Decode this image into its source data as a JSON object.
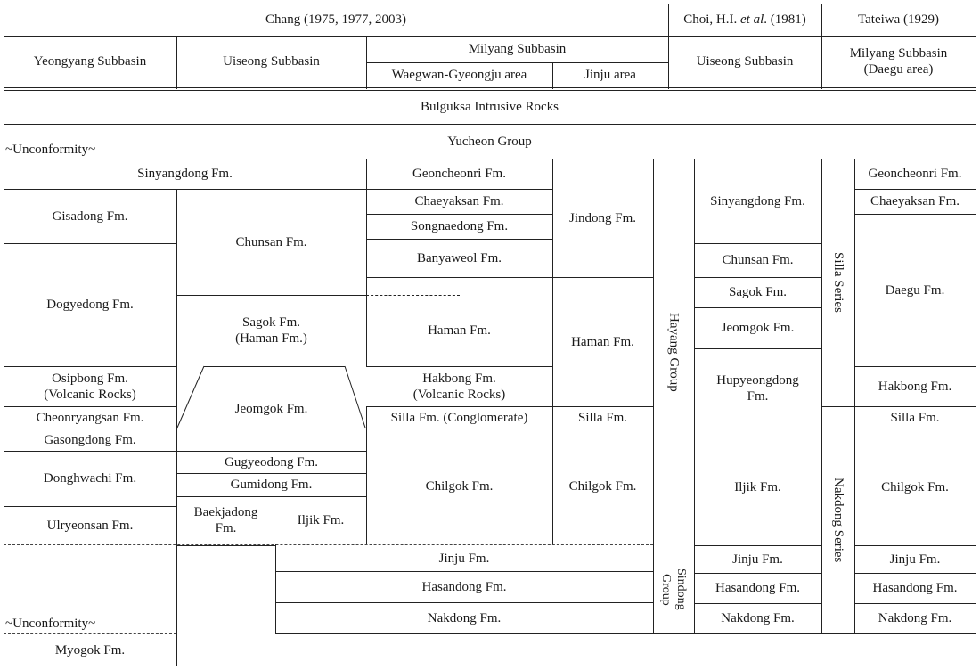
{
  "header": {
    "chang": "Chang (1975, 1977, 2003)",
    "choi_prefix": "Choi, H.I. ",
    "choi_italic": "et al",
    "choi_suffix": ". (1981)",
    "tateiwa": "Tateiwa (1929)",
    "yeongyang": "Yeongyang Subbasin",
    "uiseong": "Uiseong Subbasin",
    "milyang": "Milyang Subbasin",
    "waegwan": "Waegwan-Gyeongju area",
    "jinju_area": "Jinju area",
    "choi_uiseong": "Uiseong Subbasin",
    "tateiwa_milyang": "Milyang Subbasin\n(Daegu area)"
  },
  "rows": {
    "bulguksa": "Bulguksa Intrusive Rocks",
    "unconformity_top": "~Unconformity~",
    "yucheon": "Yucheon Group",
    "unconformity_bottom": "~Unconformity~"
  },
  "yeongyang": {
    "sinyangdong": "Sinyangdong Fm.",
    "gisadong": "Gisadong Fm.",
    "dogyedong": "Dogyedong Fm.",
    "osipbong": "Osipbong Fm.\n(Volcanic Rocks)",
    "cheonryangsan": "Cheonryangsan Fm.",
    "gasongdong": "Gasongdong Fm.",
    "donghwachi": "Donghwachi Fm.",
    "ulryeonsan": "Ulryeonsan Fm.",
    "myogok": "Myogok Fm."
  },
  "uiseong": {
    "chunsan": "Chunsan Fm.",
    "sagok": "Sagok Fm.\n(Haman Fm.)",
    "jeomgok": "Jeomgok Fm.",
    "gugyeodong": "Gugyeodong Fm.",
    "gumidong": "Gumidong Fm.",
    "baekjadong": "Baekjadong\nFm.",
    "iljik": "Iljik Fm."
  },
  "waegwan": {
    "geoncheonri": "Geoncheonri Fm.",
    "chaeyaksan": "Chaeyaksan Fm.",
    "songnaedong": "Songnaedong Fm.",
    "banyaweol": "Banyaweol Fm.",
    "haman": "Haman Fm.",
    "hakbong": "Hakbong Fm.\n(Volcanic Rocks)",
    "silla": "Silla Fm. (Conglomerate)",
    "chilgok": "Chilgok Fm."
  },
  "jinju_col": {
    "jindong": "Jindong Fm.",
    "haman": "Haman Fm.",
    "silla": "Silla Fm.",
    "chilgok": "Chilgok Fm."
  },
  "sindong": {
    "jinju": "Jinju Fm.",
    "hasandong": "Hasandong Fm.",
    "nakdong": "Nakdong Fm."
  },
  "groups": {
    "hayang": "Hayang Group",
    "sindong": "Sindong\nGroup"
  },
  "choi": {
    "sinyangdong": "Sinyangdong Fm.",
    "chunsan": "Chunsan Fm.",
    "sagok": "Sagok Fm.",
    "jeomgok": "Jeomgok Fm.",
    "hupyeongdong": "Hupyeongdong\nFm.",
    "iljik": "Iljik Fm.",
    "jinju": "Jinju Fm.",
    "hasandong": "Hasandong Fm.",
    "nakdong": "Nakdong Fm."
  },
  "series": {
    "silla": "Silla Series",
    "nakdong": "Nakdong Series"
  },
  "tateiwa": {
    "geoncheonri": "Geoncheonri Fm.",
    "chaeyaksan": "Chaeyaksan Fm.",
    "daegu": "Daegu Fm.",
    "hakbong": "Hakbong Fm.",
    "silla": "Silla Fm.",
    "chilgok": "Chilgok Fm.",
    "jinju": "Jinju Fm.",
    "hasandong": "Hasandong Fm.",
    "nakdong": "Nakdong Fm."
  }
}
